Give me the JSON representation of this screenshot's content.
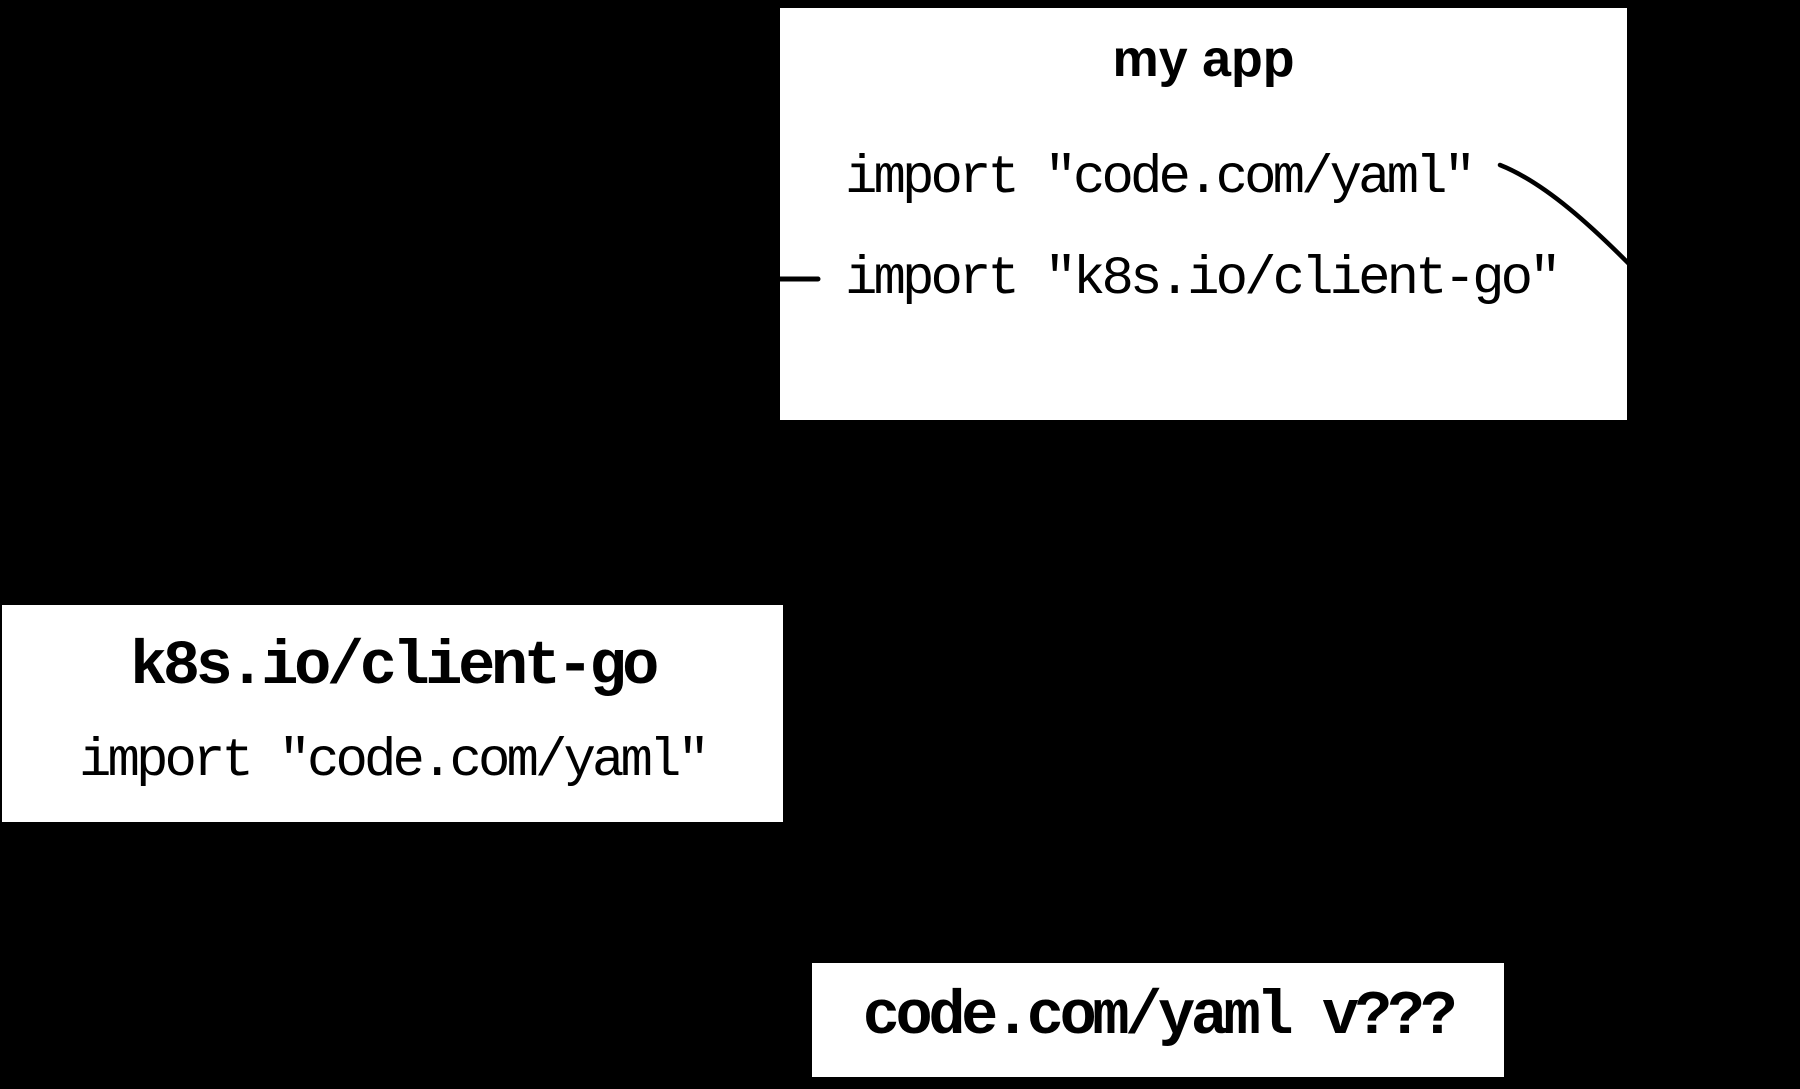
{
  "colors": {
    "background": "#000000",
    "node_fill": "#ffffff",
    "text": "#000000",
    "edge_line": "#000000"
  },
  "nodes": {
    "myapp": {
      "title": "my app",
      "imports": [
        "import \"code.com/yaml\"",
        "import \"k8s.io/client-go\""
      ]
    },
    "clientgo": {
      "title": "k8s.io/client-go",
      "imports": [
        "import \"code.com/yaml\""
      ]
    },
    "yaml": {
      "title": "code.com/yaml v???",
      "imports": []
    }
  },
  "edges": [
    {
      "name": "myapp-code-yaml-import-edge",
      "description": "diagonal stub from import \"code.com/yaml\" exiting right edge of my app box"
    },
    {
      "name": "myapp-client-go-import-edge",
      "description": "horizontal stub entering left edge of my app box at import \"k8s.io/client-go\""
    }
  ]
}
